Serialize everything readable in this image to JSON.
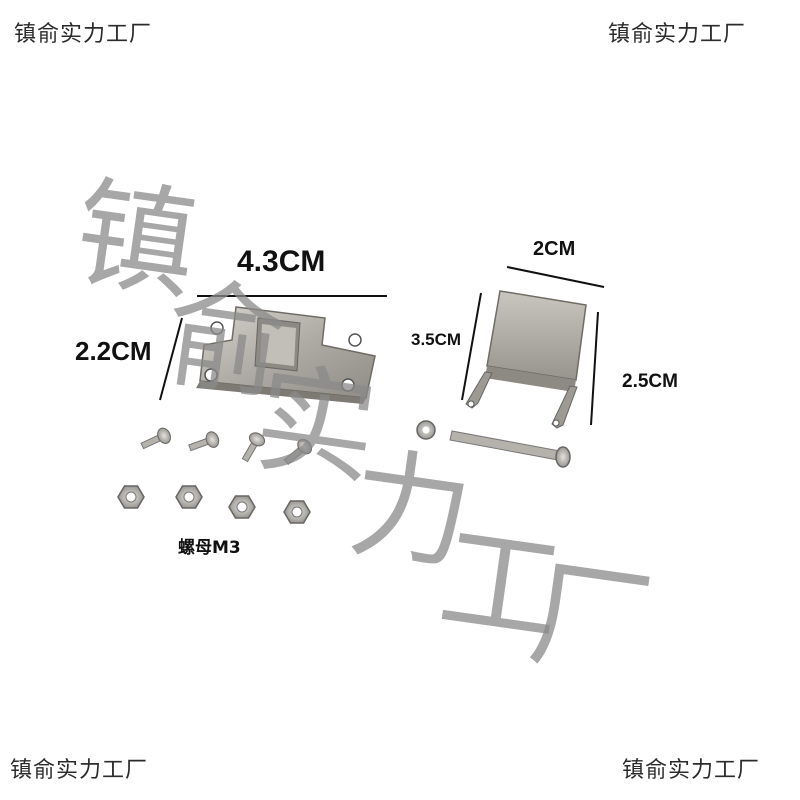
{
  "watermarks": {
    "corner_text": "镇俞实力工厂",
    "diagonal_chars": [
      "镇",
      "俞",
      "实",
      "力",
      "工",
      "厂"
    ]
  },
  "dimensions": {
    "base_width": "4.3CM",
    "base_height": "2.2CM",
    "bracket_width": "2CM",
    "bracket_depth": "3.5CM",
    "bracket_height": "2.5CM"
  },
  "labels": {
    "nut": "螺母M3"
  },
  "colors": {
    "background": "#ffffff",
    "metal": "#b9b6b0",
    "metal_dark": "#7d7a74",
    "watermark": "#8a8a8a"
  }
}
